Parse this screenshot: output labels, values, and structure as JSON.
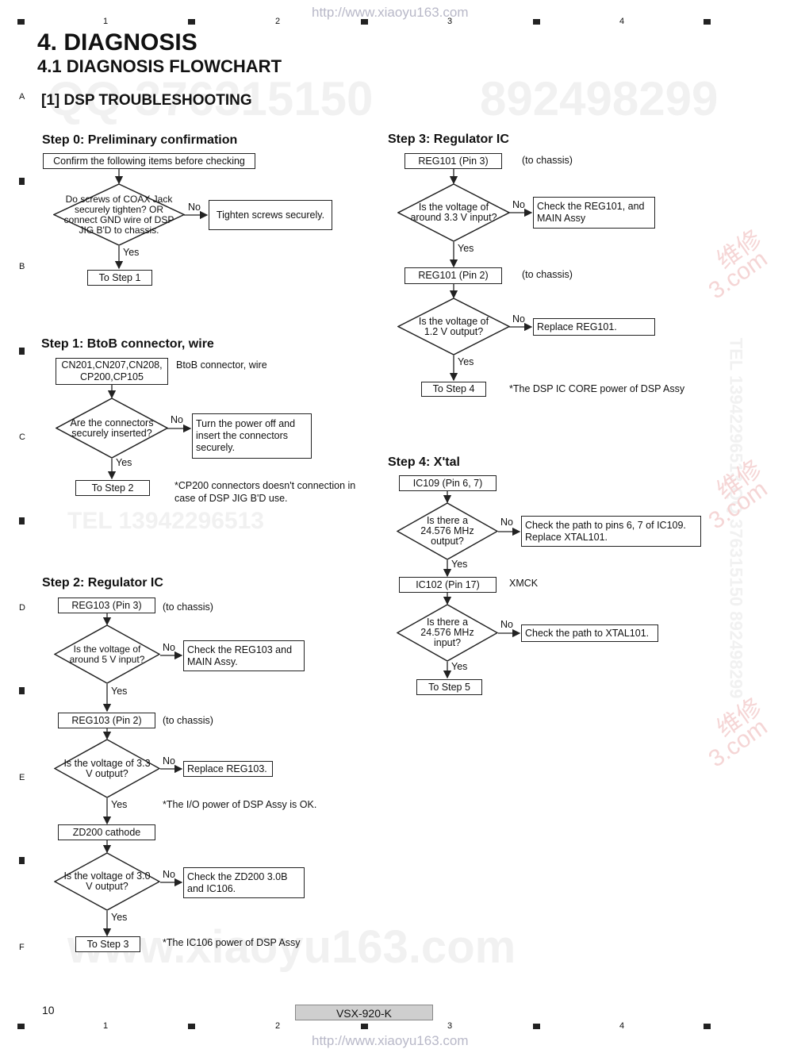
{
  "header": {
    "url": "http://www.xiaoyu163.com",
    "col_marks": [
      "1",
      "2",
      "3",
      "4"
    ],
    "row_marks": [
      "A",
      "B",
      "C",
      "D",
      "E",
      "F"
    ]
  },
  "watermarks": {
    "qq": "QQ 376315150",
    "num": "892498299",
    "tel": "TEL 13942296513",
    "tel_vertical": "TEL 13942296513  QQ 376315150  892498299",
    "web": "www.xiaoyu163.com",
    "red_a": "维修",
    "red_b": "3.com"
  },
  "titles": {
    "h1": "4. DIAGNOSIS",
    "h2": "4.1  DIAGNOSIS FLOWCHART",
    "h3": "[1] DSP TROUBLESHOOTING"
  },
  "step0": {
    "title": "Step 0: Preliminary confirmation",
    "start": "Confirm the following items before checking",
    "question": "Do screws of COAX Jack securely tighten? OR connect GND wire of DSP JIG B'D to chassis.",
    "no": "No",
    "action": "Tighten screws securely.",
    "yes": "Yes",
    "next": "To Step 1"
  },
  "step1": {
    "title": "Step 1: BtoB connector, wire",
    "start": "CN201,CN207,CN208, CP200,CP105",
    "start_note": "BtoB connector, wire",
    "question": "Are the connectors securely inserted?",
    "no": "No",
    "action": "Turn the power off and insert the connectors securely.",
    "yes": "Yes",
    "next": "To Step 2",
    "note": "*CP200 connectors doesn't connection in case of DSP JIG B'D use."
  },
  "step2": {
    "title": "Step 2: Regulator IC",
    "pt1": "REG103 (Pin 3)",
    "pt1_note": "(to chassis)",
    "q1": "Is the voltage of around 5 V input?",
    "a1": "Check the REG103 and MAIN Assy.",
    "pt2": "REG103 (Pin 2)",
    "pt2_note": "(to chassis)",
    "q2": "Is the voltage of 3.3 V output?",
    "a2": "Replace REG103.",
    "note2": "*The I/O power of DSP Assy is OK.",
    "pt3": "ZD200 cathode",
    "q3": "Is the voltage of 3.0 V output?",
    "a3": "Check the ZD200 3.0B and IC106.",
    "next": "To Step 3",
    "note3": "*The IC106 power of  DSP Assy",
    "no": "No",
    "yes": "Yes"
  },
  "step3": {
    "title": "Step 3: Regulator IC",
    "pt1": "REG101 (Pin 3)",
    "pt1_note": "(to chassis)",
    "q1": "Is the voltage of around 3.3 V input?",
    "a1": "Check the REG101, and MAIN Assy",
    "pt2": "REG101 (Pin 2)",
    "pt2_note": "(to chassis)",
    "q2": "Is the voltage of 1.2 V output?",
    "a2": "Replace REG101.",
    "next": "To Step 4",
    "note": "*The DSP IC CORE power of DSP Assy",
    "no": "No",
    "yes": "Yes"
  },
  "step4": {
    "title": "Step 4: X'tal",
    "pt1": "IC109 (Pin 6, 7)",
    "q1": "Is there a 24.576 MHz output?",
    "a1": "Check the path to pins 6, 7 of IC109. Replace XTAL101.",
    "pt2": "IC102 (Pin 17)",
    "pt2_note": "XMCK",
    "q2": "Is there a 24.576 MHz input?",
    "a2": "Check the path to XTAL101.",
    "next": "To Step 5",
    "no": "No",
    "yes": "Yes"
  },
  "footer": {
    "page": "10",
    "model": "VSX-920-K",
    "url": "http://www.xiaoyu163.com"
  }
}
